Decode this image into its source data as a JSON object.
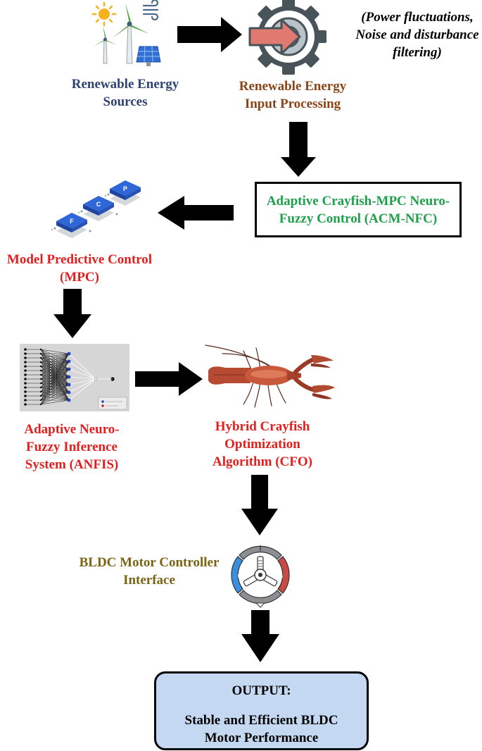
{
  "colors": {
    "source": "#2e4371",
    "processing": "#8a4517",
    "controller": "#1ea04b",
    "red": "#e31e1e",
    "bldc": "#7a6414",
    "output_bg": "#c5d8f2",
    "arrow": "#000000"
  },
  "nodes": {
    "renewable_sources": "Renewable Energy Sources",
    "input_processing": "Renewable Energy Input Processing",
    "processing_note": "(Power fluctuations, Noise and disturbance filtering)",
    "acm_nfc": "Adaptive Crayfish-MPC Neuro-Fuzzy Control (ACM-NFC)",
    "mpc": "Model Predictive Control (MPC)",
    "anfis": "Adaptive Neuro-Fuzzy Inference System (ANFIS)",
    "cfo": "Hybrid Crayfish Optimization Algorithm (CFO)",
    "bldc_interface": "BLDC Motor Controller Interface"
  },
  "output": {
    "title": "OUTPUT:",
    "text": "Stable and Efficient BLDC Motor Performance"
  },
  "mpc_blocks": [
    "F",
    "C",
    "P"
  ],
  "motor_poles": [
    "N",
    "S"
  ],
  "icons": [
    "sun-icon",
    "wind-turbine-icon",
    "wind-icon",
    "solar-panel-icon",
    "gear-input-icon",
    "mpc-blocks-icon",
    "anfis-network-icon",
    "crayfish-icon",
    "bldc-motor-icon"
  ]
}
